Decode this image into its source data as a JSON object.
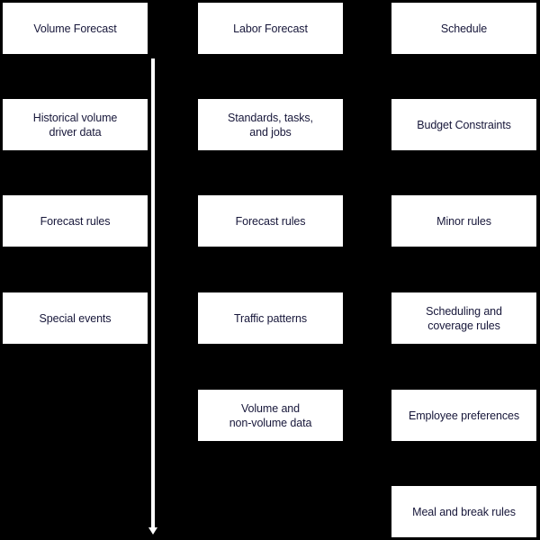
{
  "diagram": {
    "background_color": "#000000",
    "node_fill_color": "#ffffff",
    "node_text_color": "#17173a",
    "connector_color": "#ffffff",
    "columns": [
      {
        "id": "volume-forecast",
        "header": "Volume Forecast",
        "nodes": [
          {
            "label": "Volume Forecast"
          },
          {
            "label": "Historical volume\ndriver data"
          },
          {
            "label": "Forecast rules"
          },
          {
            "label": "Special events"
          }
        ]
      },
      {
        "id": "labor-forecast",
        "header": "Labor Forecast",
        "nodes": [
          {
            "label": "Labor Forecast"
          },
          {
            "label": "Standards, tasks,\nand jobs"
          },
          {
            "label": "Forecast rules"
          },
          {
            "label": "Traffic patterns"
          },
          {
            "label": "Volume and\nnon-volume data"
          }
        ]
      },
      {
        "id": "schedule",
        "header": "Schedule",
        "nodes": [
          {
            "label": "Schedule"
          },
          {
            "label": "Budget Constraints"
          },
          {
            "label": "Minor rules"
          },
          {
            "label": "Scheduling and\ncoverage rules"
          },
          {
            "label": "Employee preferences"
          },
          {
            "label": "Meal and break rules"
          }
        ]
      }
    ],
    "connectors": [
      {
        "id": "volume-to-labor-flow",
        "orientation": "vertical",
        "direction": "down"
      }
    ]
  }
}
